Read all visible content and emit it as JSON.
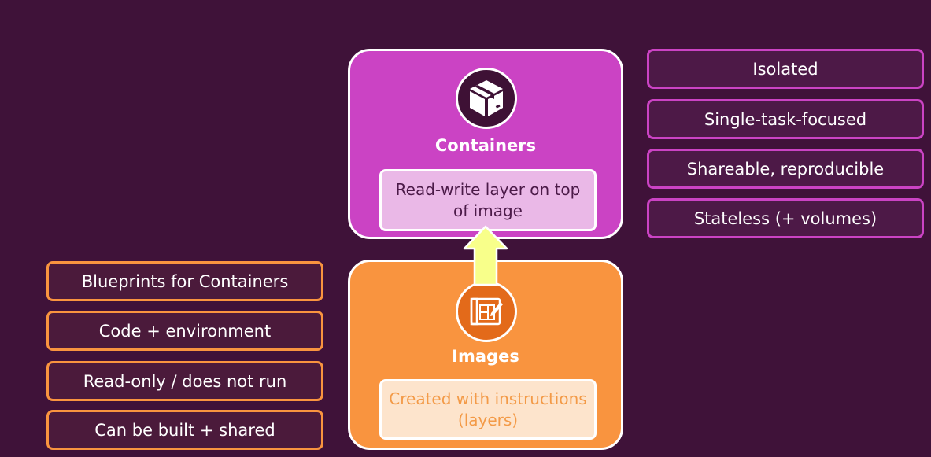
{
  "containers": {
    "title": "Containers",
    "description": "Read-write layer on top of image",
    "icon": "box-icon",
    "color": "#cb43c4"
  },
  "images": {
    "title": "Images",
    "description": "Created with instructions (layers)",
    "icon": "blueprint-icon",
    "color": "#f9943f"
  },
  "container_traits": [
    "Isolated",
    "Single-task-focused",
    "Shareable, reproducible",
    "Stateless (+ volumes)"
  ],
  "image_traits": [
    "Blueprints for Containers",
    "Code + environment",
    "Read-only / does not run",
    "Can be built + shared"
  ],
  "colors": {
    "background": "#3f1239",
    "arrow": "#f8ff8a"
  }
}
